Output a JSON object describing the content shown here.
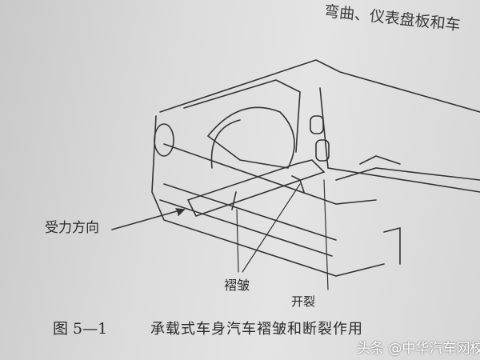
{
  "page_text": {
    "top_fragment": "弯曲、仪表盘板和车"
  },
  "figure": {
    "labels": {
      "force_direction": "受力方向",
      "wrinkle": "褶皱",
      "crack": "开裂"
    },
    "caption_number": "图 5—1",
    "caption_text": "承载式车身汽车褶皱和断裂作用"
  },
  "watermark": "头条 @中华汽车网校"
}
